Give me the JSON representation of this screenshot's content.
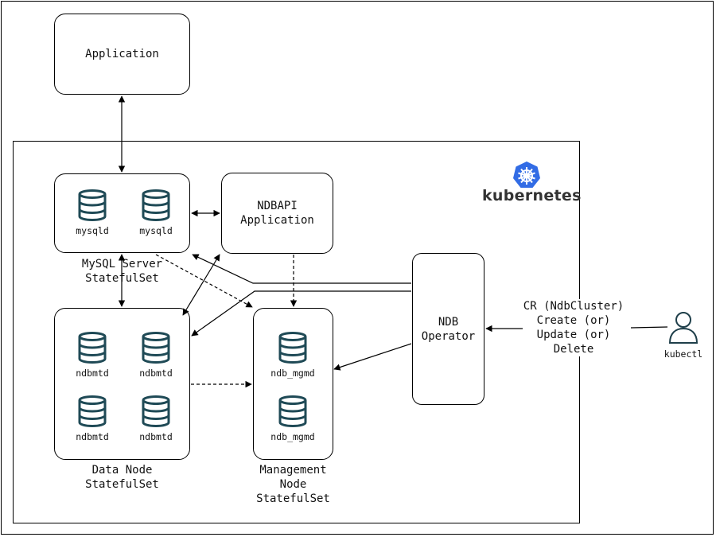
{
  "nodes": {
    "application": "Application",
    "ndbapi": "NDBAPI\nApplication",
    "operator": "NDB\nOperator"
  },
  "captions": {
    "mysql_server": "MySQL Server\nStatefulSet",
    "data_node": "Data Node\nStatefulSet",
    "mgmt_node": "Management\nNode\nStatefulSet"
  },
  "db_labels": {
    "mysqld_1": "mysqld",
    "mysqld_2": "mysqld",
    "ndbmtd_1": "ndbmtd",
    "ndbmtd_2": "ndbmtd",
    "ndbmtd_3": "ndbmtd",
    "ndbmtd_4": "ndbmtd",
    "mgmd_1": "ndb_mgmd",
    "mgmd_2": "ndb_mgmd"
  },
  "kubernetes_label": "kubernetes",
  "cr_note": "CR (NdbCluster)\nCreate (or)\nUpdate (or)\nDelete",
  "user_label": "kubectl",
  "colors": {
    "database_icon": "#1f4a56",
    "kubernetes_logo": "#326ce5",
    "kubernetes_text": "#333333",
    "line": "#000000"
  }
}
